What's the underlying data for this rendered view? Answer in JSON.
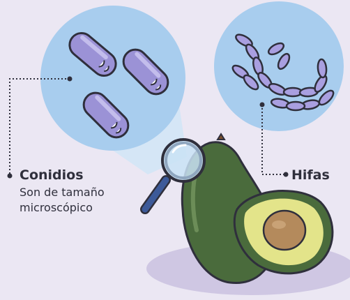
{
  "labels": {
    "conidios": {
      "title": "Conidios",
      "description_line1": "Son de tamaño",
      "description_line2": "microscópico"
    },
    "hifas": {
      "title": "Hifas"
    }
  },
  "colors": {
    "background": "#ebe7f3",
    "circle": "#a8cdee",
    "conidia": "#9b92d6",
    "hyphae": "#a99fe0",
    "avocado_skin": "#4a6b3c",
    "avocado_flesh": "#e3e48a",
    "seed": "#b48a5c",
    "magnifier_handle": "#3d5a99",
    "outline": "#2f2f3c"
  },
  "icons": [
    "conidia-cell-icon",
    "hyphae-chain-icon",
    "magnifying-glass-icon",
    "avocado-icon"
  ]
}
